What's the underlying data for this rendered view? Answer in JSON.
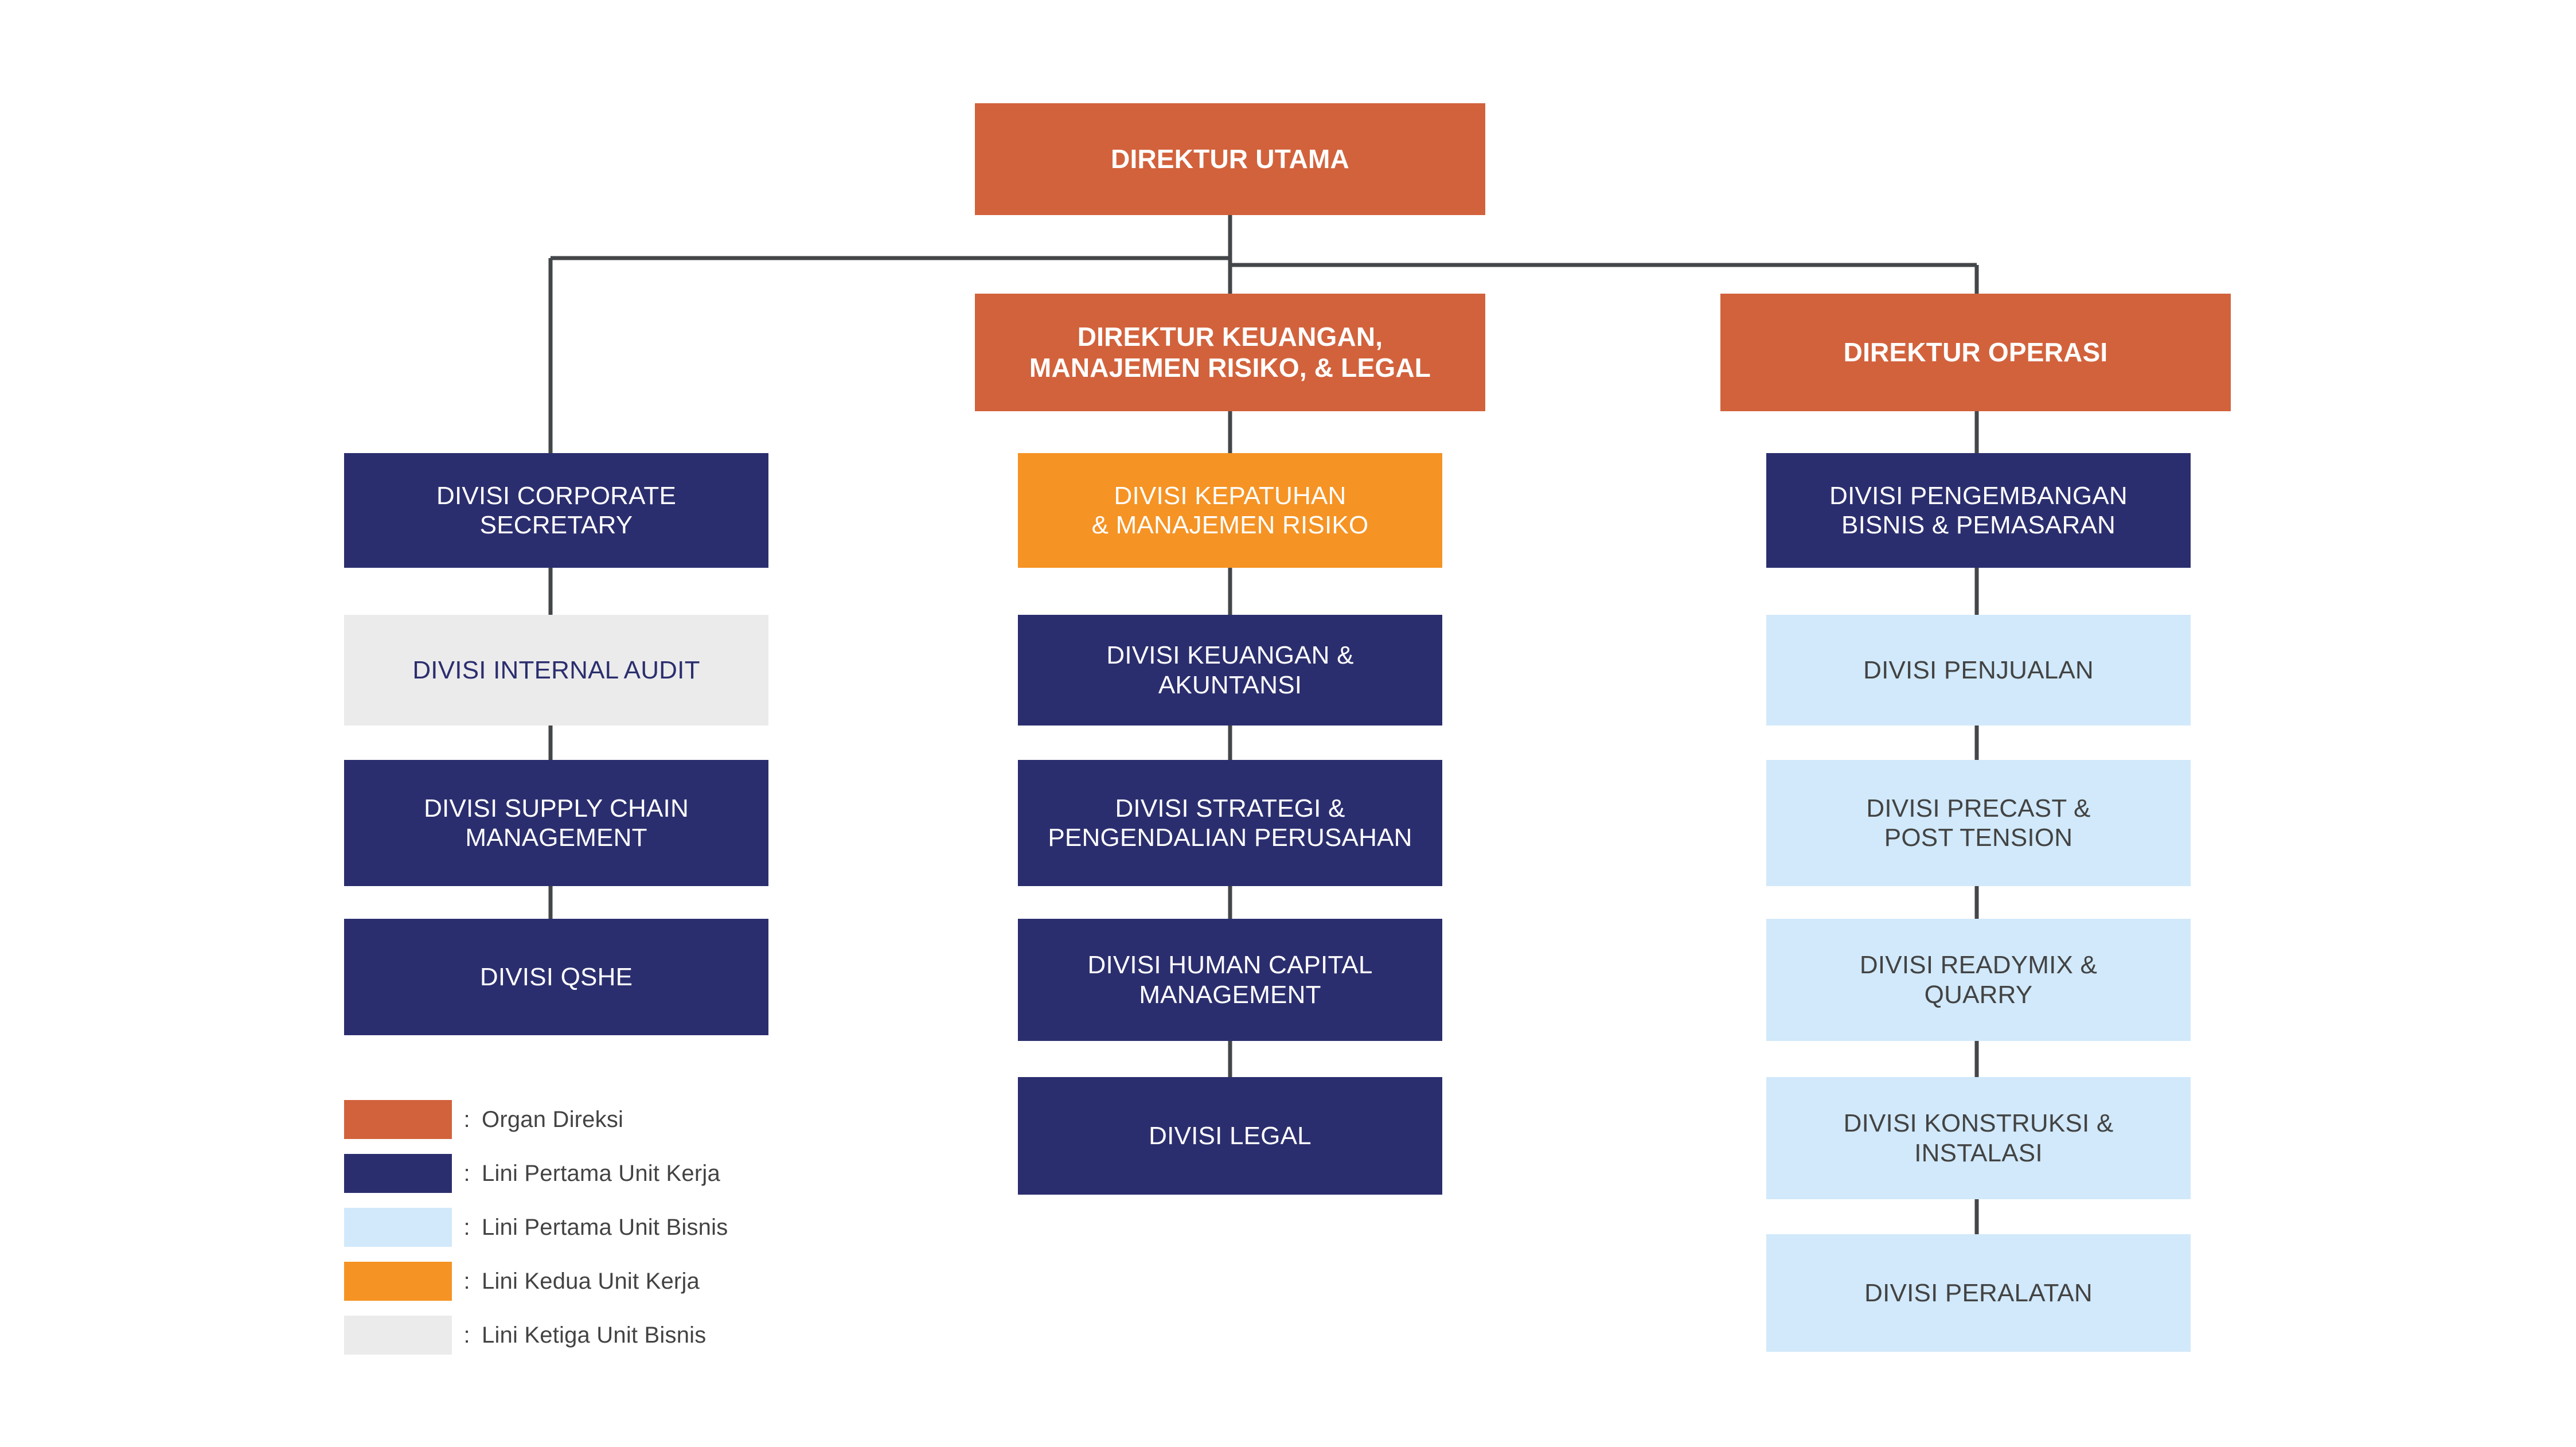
{
  "palette": {
    "organ_direksi": "#d2623c",
    "lini_pertama_unit_kerja": "#2b2e6e",
    "lini_pertama_unit_bisnis": "#d1e9fa",
    "lini_kedua_unit_kerja": "#f59324",
    "lini_ketiga_unit_bisnis": "#ebebeb",
    "connector": "#44474a",
    "background": "#ffffff"
  },
  "chart_data": {
    "type": "diagram",
    "diagram_kind": "organizational-chart",
    "title": "",
    "root": {
      "label": "DIREKTUR UTAMA",
      "role": "organ_direksi"
    },
    "columns": [
      {
        "name": "left-column",
        "director": null,
        "nodes": [
          {
            "label": "DIVISI CORPORATE\nSECRETARY",
            "role": "lini_pertama_unit_kerja"
          },
          {
            "label": "DIVISI INTERNAL AUDIT",
            "role": "lini_ketiga_unit_bisnis"
          },
          {
            "label": "DIVISI SUPPLY CHAIN\nMANAGEMENT",
            "role": "lini_pertama_unit_kerja"
          },
          {
            "label": "DIVISI QSHE",
            "role": "lini_pertama_unit_kerja"
          }
        ]
      },
      {
        "name": "center-column",
        "director": {
          "label": "DIREKTUR KEUANGAN,\nMANAJEMEN RISIKO, & LEGAL",
          "role": "organ_direksi"
        },
        "nodes": [
          {
            "label": "DIVISI KEPATUHAN\n& MANAJEMEN RISIKO",
            "role": "lini_kedua_unit_kerja"
          },
          {
            "label": "DIVISI KEUANGAN &\nAKUNTANSI",
            "role": "lini_pertama_unit_kerja"
          },
          {
            "label": "DIVISI STRATEGI &\nPENGENDALIAN PERUSAHAN",
            "role": "lini_pertama_unit_kerja"
          },
          {
            "label": "DIVISI HUMAN CAPITAL\nMANAGEMENT",
            "role": "lini_pertama_unit_kerja"
          },
          {
            "label": "DIVISI LEGAL",
            "role": "lini_pertama_unit_kerja"
          }
        ]
      },
      {
        "name": "right-column",
        "director": {
          "label": "DIREKTUR OPERASI",
          "role": "organ_direksi"
        },
        "nodes": [
          {
            "label": "DIVISI PENGEMBANGAN\nBISNIS & PEMASARAN",
            "role": "lini_pertama_unit_kerja"
          },
          {
            "label": "DIVISI PENJUALAN",
            "role": "lini_pertama_unit_bisnis"
          },
          {
            "label": "DIVISI PRECAST &\nPOST TENSION",
            "role": "lini_pertama_unit_bisnis"
          },
          {
            "label": "DIVISI READYMIX &\nQUARRY",
            "role": "lini_pertama_unit_bisnis"
          },
          {
            "label": "DIVISI KONSTRUKSI &\nINSTALASI",
            "role": "lini_pertama_unit_bisnis"
          },
          {
            "label": "DIVISI PERALATAN",
            "role": "lini_pertama_unit_bisnis"
          }
        ]
      }
    ]
  },
  "nodes": {
    "direktur_utama": "DIREKTUR UTAMA",
    "direktur_keuangan": "DIREKTUR KEUANGAN,\nMANAJEMEN RISIKO, & LEGAL",
    "direktur_operasi": "DIREKTUR OPERASI",
    "divisi_corporate_secretary": "DIVISI CORPORATE\nSECRETARY",
    "divisi_internal_audit": "DIVISI INTERNAL AUDIT",
    "divisi_supply_chain_management": "DIVISI SUPPLY CHAIN\nMANAGEMENT",
    "divisi_qshe": "DIVISI QSHE",
    "divisi_kepatuhan": "DIVISI KEPATUHAN\n& MANAJEMEN RISIKO",
    "divisi_keuangan_akuntansi": "DIVISI KEUANGAN &\nAKUNTANSI",
    "divisi_strategi": "DIVISI STRATEGI &\nPENGENDALIAN PERUSAHAN",
    "divisi_human_capital": "DIVISI HUMAN CAPITAL\nMANAGEMENT",
    "divisi_legal": "DIVISI LEGAL",
    "divisi_pengembangan_bisnis": "DIVISI PENGEMBANGAN\nBISNIS & PEMASARAN",
    "divisi_penjualan": "DIVISI PENJUALAN",
    "divisi_precast": "DIVISI PRECAST &\nPOST TENSION",
    "divisi_readymix": "DIVISI READYMIX &\nQUARRY",
    "divisi_konstruksi": "DIVISI KONSTRUKSI &\nINSTALASI",
    "divisi_peralatan": "DIVISI PERALATAN"
  },
  "legend": {
    "separator": ":",
    "items": [
      {
        "color": "#d2623c",
        "label": "Organ Direksi"
      },
      {
        "color": "#2b2e6e",
        "label": "Lini Pertama Unit Kerja"
      },
      {
        "color": "#d1e9fa",
        "label": "Lini Pertama Unit Bisnis"
      },
      {
        "color": "#f59324",
        "label": "Lini Kedua Unit Kerja"
      },
      {
        "color": "#ebebeb",
        "label": "Lini Ketiga Unit Bisnis"
      }
    ]
  }
}
